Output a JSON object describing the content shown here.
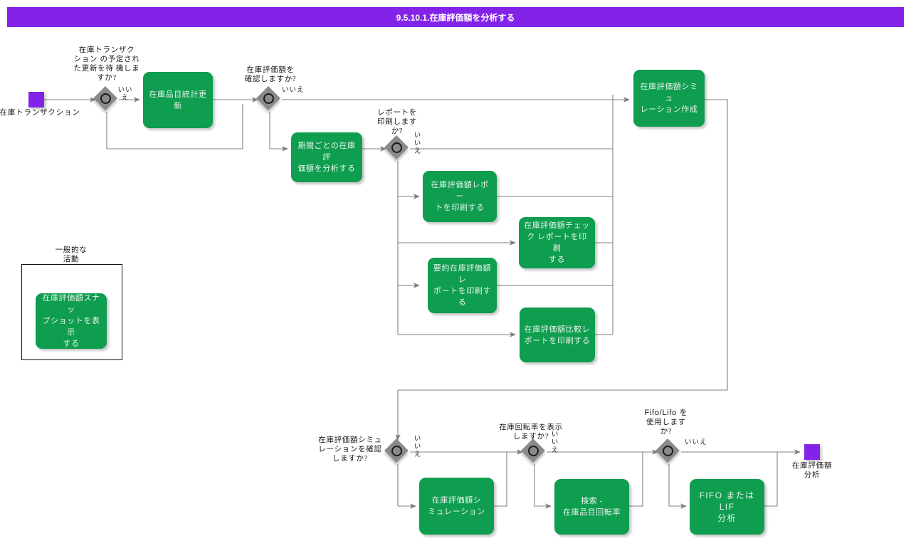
{
  "header": {
    "title": "9.5.10.1.在庫評価額を分析する",
    "bg_color": "#8423e8",
    "text_color": "#ffffff"
  },
  "palette": {
    "task_green": "#0f9d4f",
    "event_purple": "#8423e8",
    "gateway_gray": "#8a8a8a",
    "connector_gray": "#808080",
    "canvas": "#ffffff"
  },
  "diagram": {
    "type": "bpmn-flowchart",
    "start_event": {
      "name": "start-event",
      "label": "在庫トランザクション"
    },
    "end_event": {
      "name": "end-event",
      "label": "在庫評価額\n分析",
      "label_line1": "在庫評価額",
      "label_line2": "分析"
    },
    "gateways": [
      {
        "id": "gw1",
        "question": "在庫トランザク\nション の予定され\nた更新を待 機しま\nすか?",
        "q_l1": "在庫トランザク",
        "q_l2": "ション の予定され",
        "q_l3": "た更新を待 機しま",
        "q_l4": "すか?",
        "branch_label": "いい\nえ",
        "branch_l1": "いい",
        "branch_l2": "え"
      },
      {
        "id": "gw2",
        "question": "在庫評価額を\n確認しますか?",
        "q_l1": "在庫評価額を",
        "q_l2": "確認しますか?",
        "branch_label": "いいえ"
      },
      {
        "id": "gw3",
        "question": "レポートを\n印刷します\nか?",
        "q_l1": "レポートを",
        "q_l2": "印刷します",
        "q_l3": "か?",
        "branch_l1": "い",
        "branch_l2": "い",
        "branch_l3": "え"
      },
      {
        "id": "gw4",
        "question": "在庫評価額シミュ\nレーションを確認\nしますか?",
        "q_l1": "在庫評価額シミュ",
        "q_l2": "レーションを確認",
        "q_l3": "しますか?",
        "branch_l1": "い",
        "branch_l2": "い",
        "branch_l3": "え"
      },
      {
        "id": "gw5",
        "question": "在庫回転率を表示\nしますか?",
        "q_l1": "在庫回転率を表示",
        "q_l2": "しますか?",
        "branch_l1": "い",
        "branch_l2": "い",
        "branch_l3": "え"
      },
      {
        "id": "gw6",
        "question": "Fifo/Lifo を\n使用します\nか?",
        "q_l1": "Fifo/Lifo を",
        "q_l2": "使用します",
        "q_l3": "か?",
        "branch_label": "いいえ"
      }
    ],
    "tasks": [
      {
        "id": "t1",
        "label": "在庫品目統計更新"
      },
      {
        "id": "t2",
        "label": "期間ごとの在庫評\n価額を分析する",
        "l1": "期間ごとの在庫評",
        "l2": "価額を分析する"
      },
      {
        "id": "t3",
        "label": "在庫評価額レポー\nトを印刷する",
        "l1": "在庫評価額レポー",
        "l2": "トを印刷する"
      },
      {
        "id": "t4",
        "label": "在庫評価額チェッ\nク レポートを印刷\nする",
        "l1": "在庫評価額チェッ",
        "l2": "ク レポートを印刷",
        "l3": "する"
      },
      {
        "id": "t5",
        "label": "要約在庫評価額レ\nポートを印刷する",
        "l1": "要約在庫評価額レ",
        "l2": "ポートを印刷する"
      },
      {
        "id": "t6",
        "label": "在庫評価額比較レ\nポートを印刷する",
        "l1": "在庫評価額比較レ",
        "l2": "ポートを印刷する"
      },
      {
        "id": "t7",
        "label": "在庫評価額シミュ\nレーション作成",
        "l1": "在庫評価額シミュ",
        "l2": "レーション作成"
      },
      {
        "id": "t8",
        "label": "在庫評価額シ\nミュレーション",
        "l1": "在庫評価額シ",
        "l2": "ミュレーション"
      },
      {
        "id": "t9",
        "label": "検索 -\n在庫品目回転率",
        "l1": "検索 -",
        "l2": "在庫品目回転率"
      },
      {
        "id": "t10",
        "label": "FIFO または LIF\n分析",
        "l1": "FIFO または LIF",
        "l2": "分析"
      }
    ],
    "legend": {
      "title": "一般的な\n活動",
      "title_l1": "一般的な",
      "title_l2": "活動",
      "sample_task": "在庫評価額スナッ\nプショットを表示\nする",
      "sample_l1": "在庫評価額スナッ",
      "sample_l2": "プショットを表示",
      "sample_l3": "する"
    }
  }
}
